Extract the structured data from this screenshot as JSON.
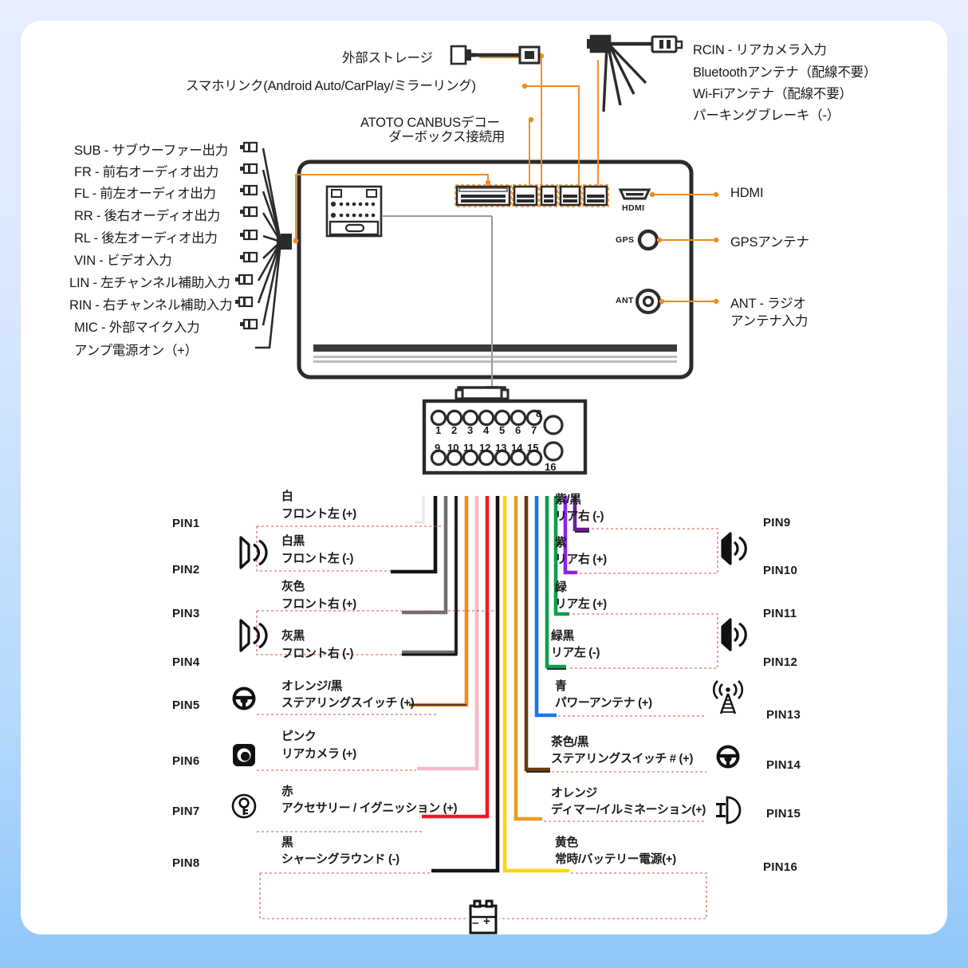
{
  "theme": {
    "page_bg_top": "#e6eeff",
    "page_bg_bottom": "#8fc7fa",
    "card_bg": "#ffffff",
    "accent_orange": "#F28C1E",
    "dash_red": "#d9534f",
    "ink": "#1a1a1a"
  },
  "diagram": {
    "title_hidden": "",
    "top_callouts": [
      {
        "name": "external-storage",
        "label": "外部ストレージ"
      },
      {
        "name": "phone-link",
        "label": "スマホリンク(Android Auto/CarPlay/ミラーリング)"
      },
      {
        "name": "canbus-decoder-line1",
        "label": "ATOTO CANBUSデコー"
      },
      {
        "name": "canbus-decoder-line2",
        "label": "ダーボックス接続用"
      }
    ],
    "top_right_callouts": [
      {
        "name": "rcin",
        "label": "RCIN - リアカメラ入力"
      },
      {
        "name": "bluetooth-antenna",
        "label": "Bluetoothアンテナ（配線不要）"
      },
      {
        "name": "wifi-antenna",
        "label": "Wi-Fiアンテナ（配線不要）"
      },
      {
        "name": "parking-brake",
        "label": "パーキングブレーキ（-）"
      }
    ],
    "left_callouts": [
      {
        "name": "sub-out",
        "label": "SUB - サブウーファー出力",
        "connector": true
      },
      {
        "name": "fr-out",
        "label": "FR - 前右オーディオ出力",
        "connector": true
      },
      {
        "name": "fl-out",
        "label": "FL - 前左オーディオ出力",
        "connector": true
      },
      {
        "name": "rr-out",
        "label": "RR - 後右オーディオ出力",
        "connector": true
      },
      {
        "name": "rl-out",
        "label": "RL - 後左オーディオ出力",
        "connector": true
      },
      {
        "name": "vin-in",
        "label": "VIN - ビデオ入力",
        "connector": true
      },
      {
        "name": "lin-in",
        "label": "LIN - 左チャンネル補助入力",
        "connector": true
      },
      {
        "name": "rin-in",
        "label": "RIN - 右チャンネル補助入力",
        "connector": true
      },
      {
        "name": "mic-in",
        "label": "MIC - 外部マイク入力",
        "connector": true
      },
      {
        "name": "amp-power-on",
        "label": "アンプ電源オン（+）",
        "connector": false
      }
    ],
    "right_callouts": [
      {
        "name": "hdmi",
        "label": "HDMI",
        "port_label": "HDMI"
      },
      {
        "name": "gps-antenna",
        "label": "GPSアンテナ",
        "port_label": "GPS"
      },
      {
        "name": "radio-antenna-line1",
        "label": "ANT - ラジオ",
        "port_label": "ANT"
      },
      {
        "name": "radio-antenna-line2",
        "label": "アンテナ入力",
        "port_label": ""
      }
    ],
    "connector_pin_numbers_top": [
      "1",
      "2",
      "3",
      "4",
      "5",
      "6",
      "7",
      "8"
    ],
    "connector_pin_numbers_bottom": [
      "9",
      "10",
      "11",
      "12",
      "13",
      "14",
      "15",
      "16"
    ],
    "battery_symbol": {
      "minus": "–",
      "plus": "+"
    }
  },
  "chart_data": {
    "type": "table",
    "title": "16-pin ISO harness pinout",
    "columns": [
      "pin",
      "wire_color_jp",
      "function_jp",
      "color_hex",
      "icon"
    ],
    "left_pins": [
      {
        "pin": "PIN1",
        "color_jp": "白",
        "func_jp": "フロント左 (+)",
        "hex": "#f2f2f2",
        "icon": "speaker-left-icon",
        "group": "front-left"
      },
      {
        "pin": "PIN2",
        "color_jp": "白黒",
        "func_jp": "フロント左 (-)",
        "hex": "#141414",
        "icon": "",
        "group": "front-left"
      },
      {
        "pin": "PIN3",
        "color_jp": "灰色",
        "func_jp": "フロント右 (+)",
        "hex": "#7a7a7a",
        "icon": "speaker-left-icon",
        "group": "front-right"
      },
      {
        "pin": "PIN4",
        "color_jp": "灰黒",
        "func_jp": "フロント右 (-)",
        "hex": "#6e6e6e",
        "icon": "",
        "group": "front-right"
      },
      {
        "pin": "PIN5",
        "color_jp": "オレンジ/黒",
        "func_jp": "ステアリングスイッチ (+)",
        "hex": "#ED8B1C",
        "icon": "steering-wheel-icon",
        "group": ""
      },
      {
        "pin": "PIN6",
        "color_jp": "ピンク",
        "func_jp": "リアカメラ (+)",
        "hex": "#F6B9C8",
        "icon": "rear-camera-icon",
        "group": ""
      },
      {
        "pin": "PIN7",
        "color_jp": "赤",
        "func_jp": "アクセサリー / イグニッション (+)",
        "hex": "#EE1C22",
        "icon": "ignition-key-icon",
        "group": ""
      },
      {
        "pin": "PIN8",
        "color_jp": "黒",
        "func_jp": "シャーシグラウンド (-)",
        "hex": "#141414",
        "icon": "",
        "group": "ground"
      }
    ],
    "right_pins": [
      {
        "pin": "PIN9",
        "color_jp": "紫/黒",
        "func_jp": "リア右 (-)",
        "hex": "#6A1B9A",
        "icon": "",
        "group": "rear-right"
      },
      {
        "pin": "PIN10",
        "color_jp": "紫",
        "func_jp": "リア右 (+)",
        "hex": "#8E24E0",
        "icon": "speaker-right-icon",
        "group": "rear-right"
      },
      {
        "pin": "PIN11",
        "color_jp": "緑",
        "func_jp": "リア左 (+)",
        "hex": "#0E9E4F",
        "icon": "speaker-right-icon",
        "group": "rear-left"
      },
      {
        "pin": "PIN12",
        "color_jp": "緑黒",
        "func_jp": "リア左 (-)",
        "hex": "#0B7F3F",
        "icon": "",
        "group": "rear-left"
      },
      {
        "pin": "PIN13",
        "color_jp": "青",
        "func_jp": "パワーアンテナ (+)",
        "hex": "#1877F2",
        "icon": "antenna-tower-icon",
        "group": ""
      },
      {
        "pin": "PIN14",
        "color_jp": "茶色/黒",
        "func_jp": "ステアリングスイッチ # (+)",
        "hex": "#6B3A10",
        "icon": "steering-wheel-icon",
        "group": ""
      },
      {
        "pin": "PIN15",
        "color_jp": "オレンジ",
        "func_jp": "ディマー/イルミネーション(+)",
        "hex": "#EE9A1E",
        "icon": "illumination-icon",
        "group": ""
      },
      {
        "pin": "PIN16",
        "color_jp": "黄色",
        "func_jp": "常時/バッテリー電源(+)",
        "hex": "#FFD60A",
        "icon": "",
        "group": "battery"
      }
    ]
  }
}
